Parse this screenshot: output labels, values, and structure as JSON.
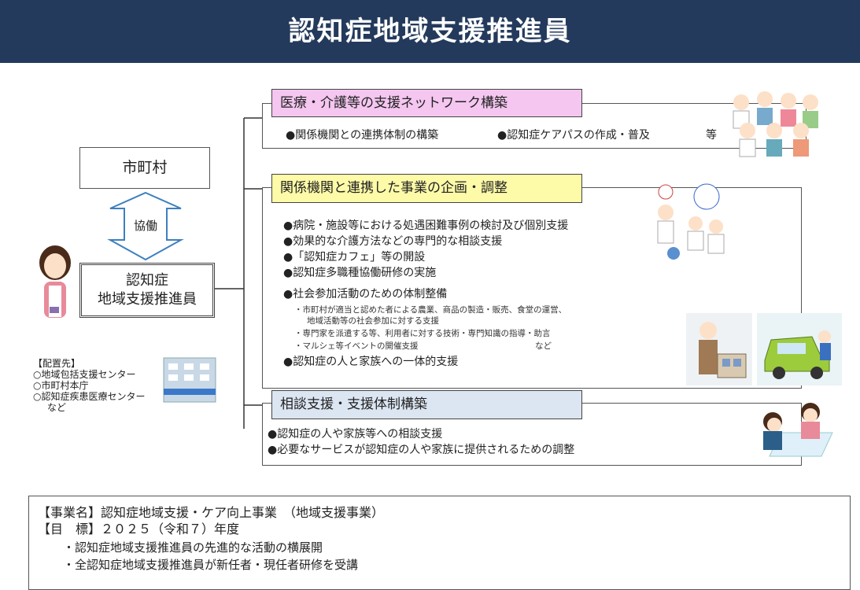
{
  "title": "認知症地域支援推進員",
  "left": {
    "municipality": "市町村",
    "collab": "協働",
    "promoter_line1": "認知症",
    "promoter_line2": "地域支援推進員",
    "placement_title": "【配置先】",
    "placement_items": [
      "○地域包括支援センター",
      "○市町村本庁",
      "○認知症疾患医療センター",
      "など"
    ]
  },
  "sections": [
    {
      "heading": "医療・介護等の支援ネットワーク構築",
      "color": "#f4c6f0",
      "bullets": [
        "●関係機関との連携体制の構築",
        "●認知症ケアパスの作成・普及",
        "等"
      ]
    },
    {
      "heading": "関係機関と連携した事業の企画・調整",
      "color": "#fdfaa8",
      "bullets": [
        "●病院・施設等における処遇困難事例の検討及び個別支援",
        "●効果的な介護方法などの専門的な相談支援",
        "●「認知症カフェ」等の開設",
        "●認知症多職種協働研修の実施",
        "●社会参加活動のための体制整備"
      ],
      "sub_bullets": [
        "・市町村が適当と認めた者による農業、商品の製造・販売、食堂の運営、",
        "地域活動等の社会参加に対する支援",
        "・専門家を派遣する等、利用者に対する技術・専門知識の指導・助言",
        "・マルシェ等イベントの開催支援",
        "など"
      ],
      "last_bullet": "●認知症の人と家族への一体的支援"
    },
    {
      "heading": "相談支援・支援体制構築",
      "color": "#dce6f2",
      "bullets": [
        "●認知症の人や家族等への相談支援",
        "●必要なサービスが認知症の人や家族に提供されるための調整"
      ]
    }
  ],
  "footer": {
    "line1": "【事業名】認知症地域支援・ケア向上事業　（地域支援事業）",
    "line2": "【目　標】２０２５（令和７）年度",
    "line3": "・認知症地域支援推進員の先進的な活動の横展開",
    "line4": "・全認知症地域支援推進員が新任者・現任者研修を受講"
  }
}
